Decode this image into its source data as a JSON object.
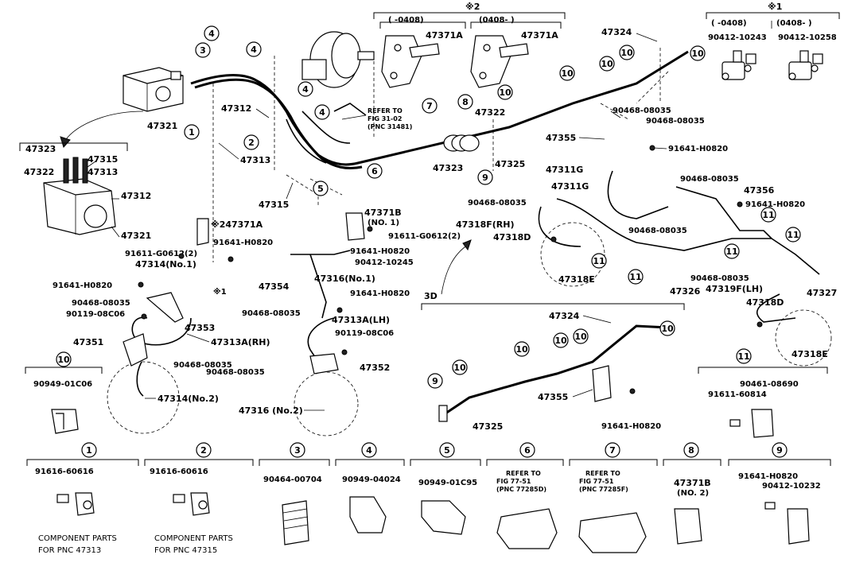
{
  "group_headers": {
    "ref2": "※2",
    "ref1": "※1",
    "to_0408": "( -0408)",
    "from_0408": "(0408- )",
    "to_0408_r": "( -0408)",
    "from_0408_r": "(0408- )"
  },
  "labels": {
    "p47371A_a": "47371A",
    "p47371A_b": "47371A",
    "p90412_10243": "90412-10243",
    "p90412_10258": "90412-10258",
    "p47324_top": "47324",
    "p47321_top": "47321",
    "p47312_top": "47312",
    "p47313_top": "47313",
    "p47315_mid": "47315",
    "p47322_top": "47322",
    "p47323_top": "47323",
    "p47325_top": "47325",
    "p47355_top": "47355",
    "p47311G_a": "47311G",
    "p47311G_b": "47311G",
    "p47356": "47356",
    "p47318F_RH": "47318F(RH)",
    "p47318D_a": "47318D",
    "p47318E_a": "47318E",
    "p47326": "47326",
    "p47319F_LH": "47319F(LH)",
    "p47327": "47327",
    "p47318D_b": "47318D",
    "p47318E_b": "47318E",
    "p47323_box": "47323",
    "p47315_box": "47315",
    "p47322_box": "47322",
    "p47313_box": "47313",
    "p47312_box": "47312",
    "p47321_box": "47321",
    "p247371A": "※247371A",
    "p91611_G0612_2a": "91611-G0612(2)",
    "p91641_H0820_a": "91641-H0820",
    "p47314_no1": "47314(No.1)",
    "ref_x1": "※1",
    "p91641_H0820_b": "91641-H0820",
    "p90468_08035_a": "90468-08035",
    "p90119_08C06_a": "90119-08C06",
    "p47353": "47353",
    "p47351": "47351",
    "p47313A_RH": "47313A(RH)",
    "p90468_08035_b": "90468-08035",
    "p47314_no2": "47314(No.2)",
    "p47371B_no1": "47371B",
    "no1": "(NO. 1)",
    "p91611_G0612_2b": "91611-G0612(2)",
    "p91641_H0820_c": "91641-H0820",
    "p90412_10245": "90412-10245",
    "p47354": "47354",
    "p47316_no1": "47316(No.1)",
    "p90468_08035_c": "90468-08035",
    "p91641_H0820_d": "91641-H0820",
    "p47313A_LH": "47313A(LH)",
    "p90119_08C06_b": "90119-08C06",
    "p90468_08035_d": "90468-08035",
    "p47352": "47352",
    "p47316_no2": "47316 (No.2)",
    "p90468_08035_e": "90468-08035",
    "p90468_08035_f": "90468-08035",
    "p91641_H0820_e": "91641-H0820",
    "p90468_08035_g": "90468-08035",
    "p91641_H0820_f": "91641-H0820",
    "p90468_08035_h": "90468-08035",
    "p90468_08035_i": "90468-08035",
    "label_3D": "3D",
    "p47324_3d": "47324",
    "p47355_3d": "47355",
    "p47325_3d": "47325",
    "p91641_H0820_3d": "91641-H0820",
    "p90461_08690": "90461-08690",
    "p91611_60814": "91611-60814",
    "p90949_01C06": "90949-01C06",
    "refer_fig31_1": "REFER TO",
    "refer_fig31_2": "FIG 31-02",
    "refer_fig31_3": "(PNC 31481)"
  },
  "bottom_sections": [
    {
      "num": "1",
      "part": "91616-60616",
      "note1": "COMPONENT PARTS",
      "note2": "FOR PNC 47313"
    },
    {
      "num": "2",
      "part": "91616-60616",
      "note1": "COMPONENT PARTS",
      "note2": "FOR PNC 47315"
    },
    {
      "num": "3",
      "part": "90464-00704"
    },
    {
      "num": "4",
      "part": "90949-04024"
    },
    {
      "num": "5",
      "part": "90949-01C95"
    },
    {
      "num": "6",
      "ref1": "REFER TO",
      "ref2": "FIG 77-51",
      "ref3": "(PNC 77285D)"
    },
    {
      "num": "7",
      "ref1": "REFER TO",
      "ref2": "FIG 77-51",
      "ref3": "(PNC 77285F)"
    },
    {
      "num": "8",
      "part": "47371B",
      "sub": "(NO. 2)"
    },
    {
      "num": "9",
      "part": "91641-H0820",
      "part2": "90412-10232"
    }
  ],
  "callouts": [
    "1",
    "2",
    "3",
    "4",
    "5",
    "6",
    "7",
    "8",
    "9",
    "10",
    "11"
  ]
}
